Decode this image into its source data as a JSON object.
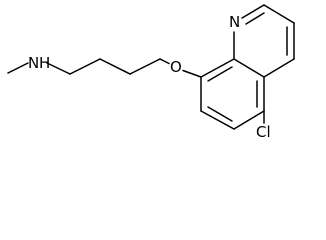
{
  "molecule": {
    "atoms": {
      "n_amine": "N",
      "n_amine_h": "H",
      "o_ether": "O",
      "n_ring": "N",
      "cl": "Cl"
    }
  },
  "colors": {
    "bond": "#000000",
    "label": "#000000",
    "background": "#ffffff"
  }
}
